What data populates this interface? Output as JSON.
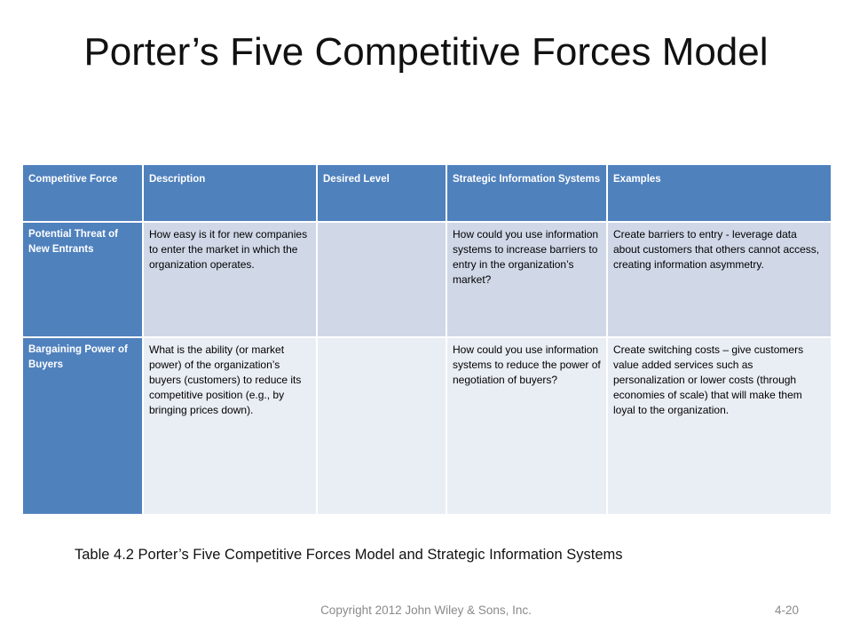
{
  "title": "Porter’s Five Competitive Forces Model",
  "table": {
    "headers": [
      "Competitive Force",
      "Description",
      "Desired Level",
      "Strategic Information Systems",
      "Examples"
    ],
    "rows": [
      {
        "force": "Potential Threat of New Entrants",
        "description": "How easy is it for new companies to enter the market in which the organization operates.",
        "desired_level": "",
        "strategic_is": "How could you use information systems to increase barriers to entry in the organization’s market?",
        "examples": "Create barriers to entry - leverage data about customers that others cannot access, creating information asymmetry."
      },
      {
        "force": "Bargaining Power of Buyers",
        "description": "What is the ability (or market power) of the organization’s buyers (customers) to reduce its competitive position (e.g., by bringing prices down).",
        "desired_level": "",
        "strategic_is": "How could you use information systems to reduce the power of negotiation of buyers?",
        "examples": "Create switching costs – give customers value added services such as personalization or lower costs (through economies of scale) that will make them loyal to the organization."
      }
    ]
  },
  "caption": "Table 4.2 Porter’s Five Competitive Forces Model and Strategic Information Systems",
  "footer": {
    "copyright": "Copyright 2012 John Wiley & Sons, Inc.",
    "page": "4-20"
  },
  "colors": {
    "header_bg": "#4f81bd",
    "row_odd_bg": "#d0d8e8",
    "row_even_bg": "#e9edf4"
  }
}
